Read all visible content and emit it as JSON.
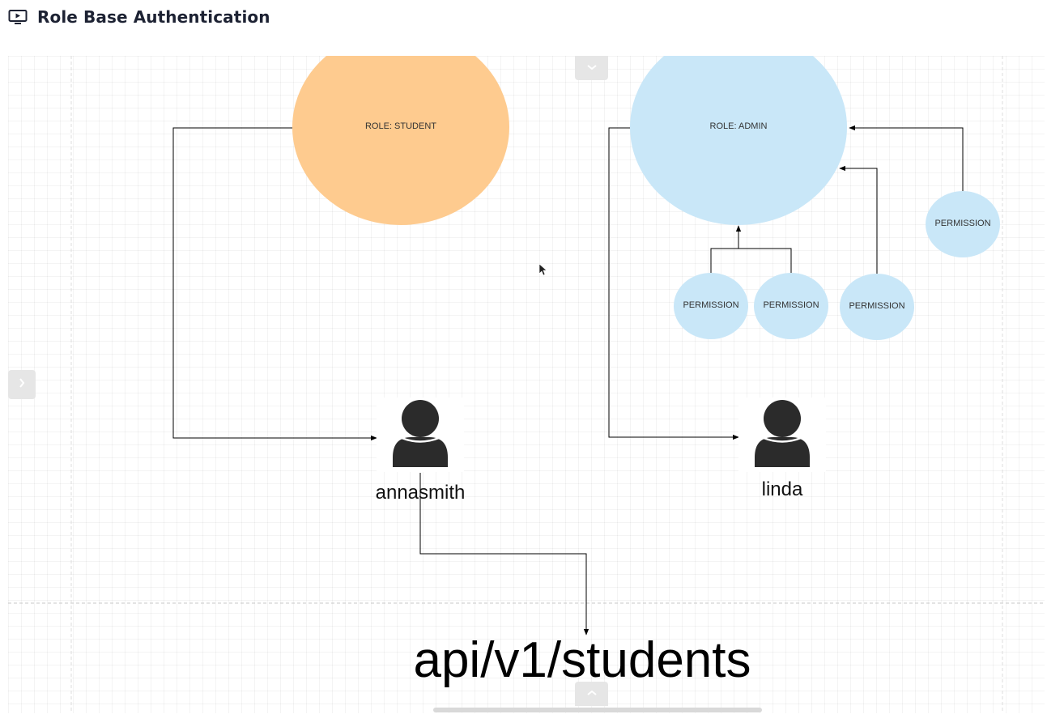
{
  "header": {
    "title": "Role Base Authentication",
    "icon": "presentation-play-icon"
  },
  "diagram": {
    "roles": {
      "student": {
        "label": "ROLE: STUDENT",
        "color": "#fecb8f"
      },
      "admin": {
        "label": "ROLE: ADMIN",
        "color": "#c9e7f8"
      }
    },
    "permissions": [
      {
        "label": "PERMISSION"
      },
      {
        "label": "PERMISSION"
      },
      {
        "label": "PERMISSION"
      },
      {
        "label": "PERMISSION"
      }
    ],
    "users": [
      {
        "name": "annasmith"
      },
      {
        "name": "linda"
      }
    ],
    "endpoint": "api/v1/students"
  },
  "controls": {
    "top": "chevron-down-icon",
    "left": "chevron-right-icon",
    "bottom": "chevron-up-icon"
  }
}
